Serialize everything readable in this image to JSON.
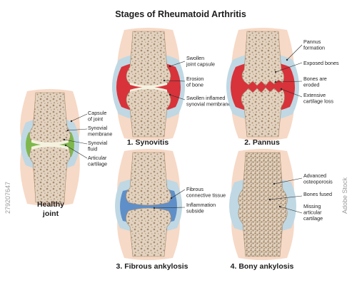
{
  "title": "Stages of Rheumatoid Arthritis",
  "colors": {
    "skin": "#f6d9c6",
    "capsule": "#bfd8e4",
    "bone": "#e2d2bf",
    "bone_pore": "#a48a6e",
    "synovial_fluid": "#7eb84c",
    "swollen_membrane": "#d8323a",
    "fibrous_tissue": "#5f8fc8",
    "cartilage": "#f4f1df"
  },
  "joints": [
    {
      "id": "healthy",
      "caption": [
        "Healthy",
        "joint"
      ],
      "labels": [
        "Capsule\nof joint",
        "Synovial\nmembrane",
        "Synovial\nfluid",
        "Articular\ncartilage"
      ]
    },
    {
      "id": "synovitis",
      "caption": [
        "1. Synovitis"
      ],
      "labels": [
        "Swollen\njoint capsule",
        "Erosion\nof bone",
        "Swollen inflamed\nsynovial membrane"
      ]
    },
    {
      "id": "pannus",
      "caption": [
        "2. Pannus"
      ],
      "labels": [
        "Pannus\nformation",
        "Exposed bones",
        "Bones are\neroded",
        "Extensive\ncartilage loss"
      ]
    },
    {
      "id": "fibrous",
      "caption": [
        "3. Fibrous ankylosis"
      ],
      "labels": [
        "Fibrous\nconnective tissue",
        "Inflammation\nsubside"
      ]
    },
    {
      "id": "bony",
      "caption": [
        "4. Bony ankylosis"
      ],
      "labels": [
        "Advanced\nosteoporosis",
        "Bones fused",
        "Missing\narticular\ncartilage"
      ]
    }
  ],
  "watermark": {
    "id": "279207647",
    "brand": "Adobe Stock"
  }
}
